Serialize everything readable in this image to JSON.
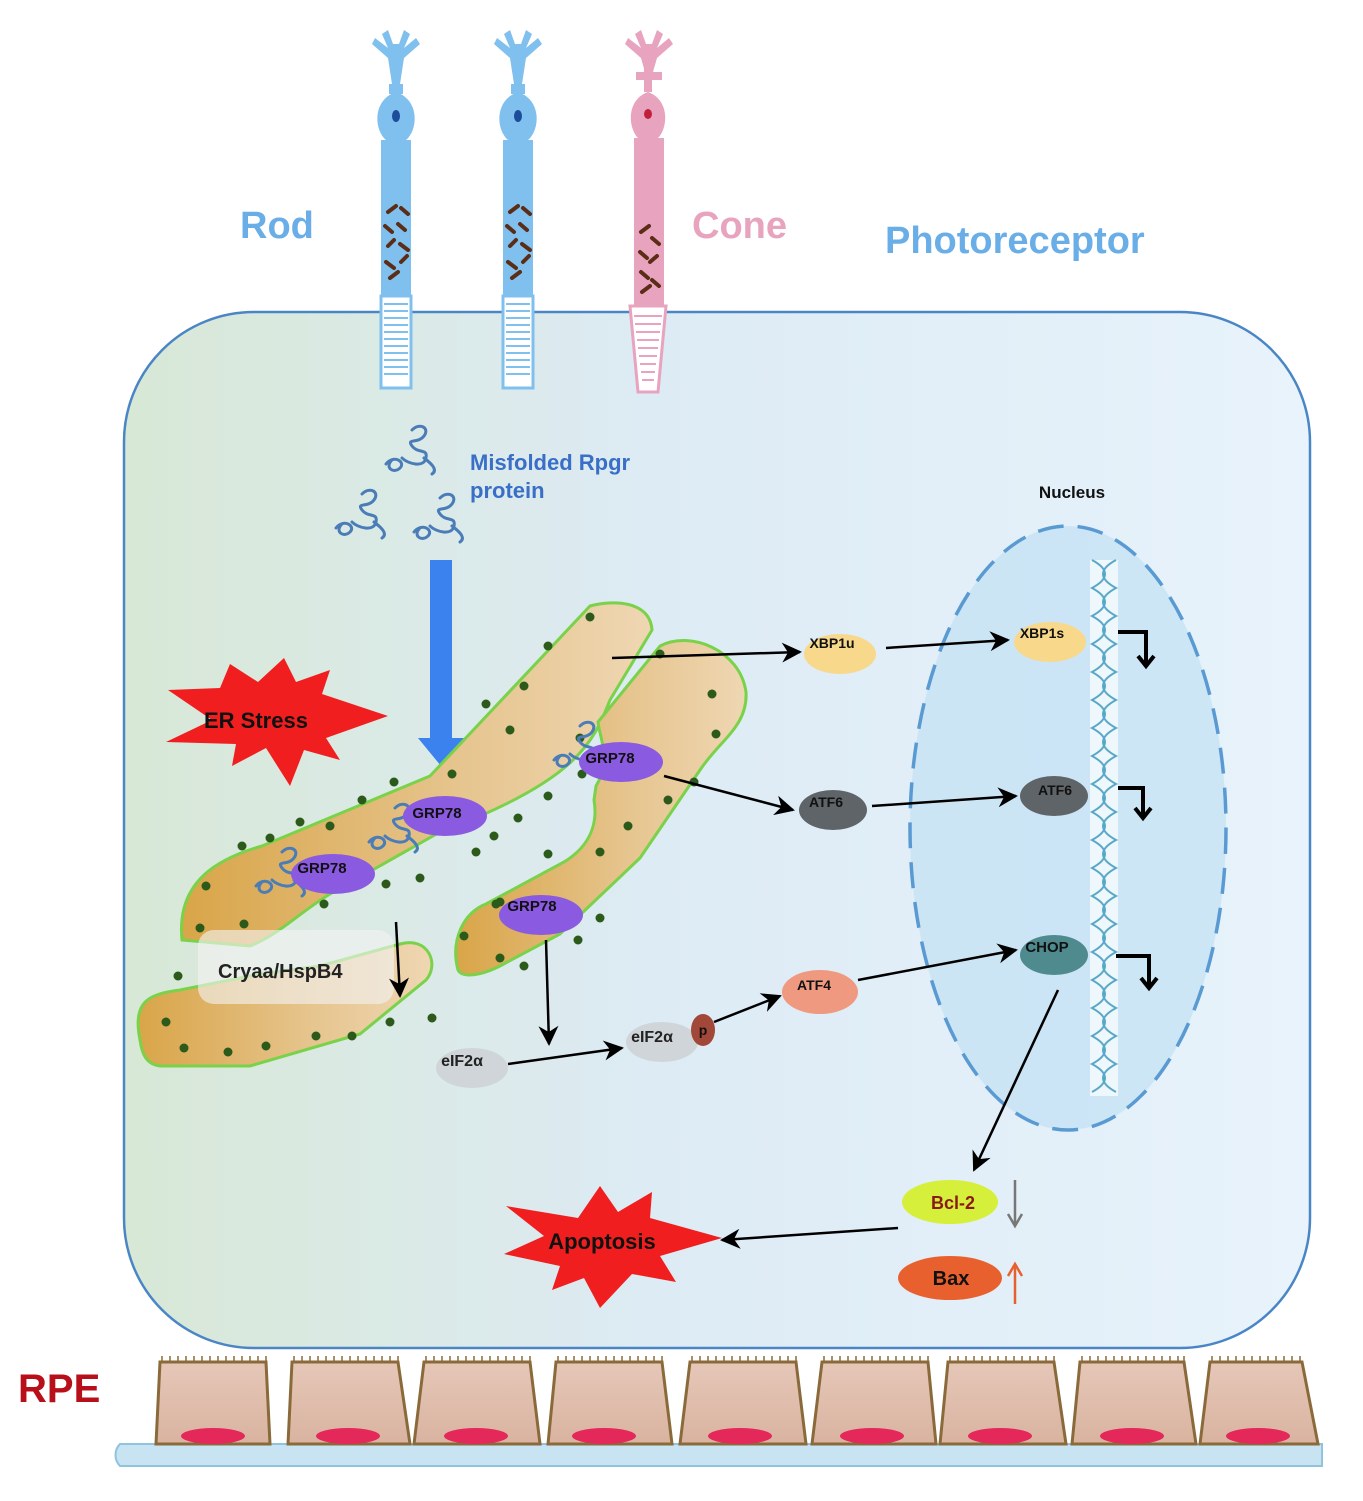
{
  "labels": {
    "rod": "Rod",
    "cone": "Cone",
    "photoreceptor": "Photoreceptor",
    "misfolded_line1": "Misfolded Rpgr",
    "misfolded_line2": "protein",
    "nucleus": "Nucleus",
    "er_stress": "ER Stress",
    "cryaa": "Cryaa/HspB4",
    "apoptosis": "Apoptosis",
    "rpe": "RPE"
  },
  "proteins": {
    "grp78_a": "GRP78",
    "grp78_b": "GRP78",
    "grp78_c": "GRP78",
    "grp78_d": "GRP78",
    "xbp1u": "XBP1u",
    "xbp1s": "XBP1s",
    "atf6_cyto": "ATF6",
    "atf6_nuc": "ATF6",
    "eif2a": "eIF2α",
    "eif2a_p": "eIF2α",
    "phospho": "p",
    "atf4": "ATF4",
    "chop": "CHOP",
    "bcl2": "Bcl-2",
    "bax": "Bax"
  },
  "colors": {
    "rod": "#7fc0ef",
    "cone": "#e8a3bf",
    "cell_border": "#4a86c5",
    "er_fill": "#e5c48f",
    "er_border": "#7ad24a",
    "grp78": "#8a5ae0",
    "xbp1": "#f8d88a",
    "atf6": "#5e6468",
    "chop": "#4e8a8e",
    "atf4": "#ef9a80",
    "eif2a": "#cfd5d8",
    "bcl2": "#d6ef3a",
    "bax": "#e8602e",
    "star": "#f01e1e",
    "rpe_text": "#b8101a",
    "big_arrow": "#3b82ee"
  }
}
